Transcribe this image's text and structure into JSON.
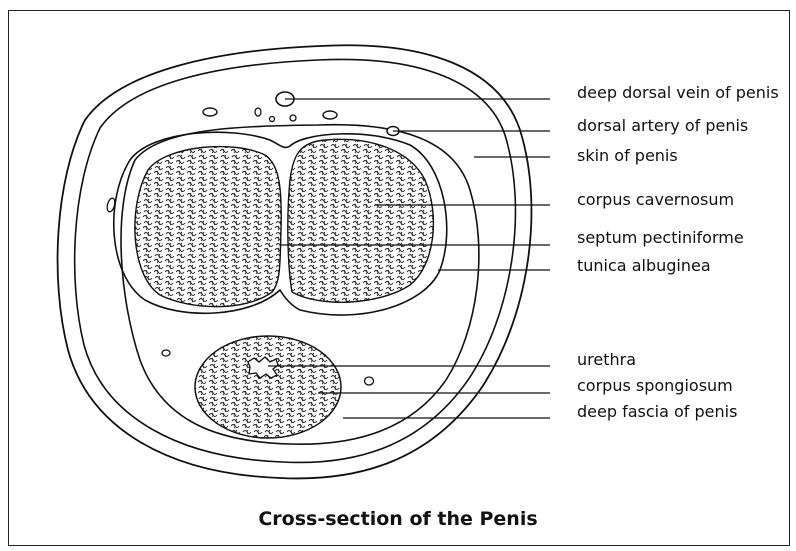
{
  "figure": {
    "caption": "Cross-section of the Penis",
    "labels": [
      "deep dorsal vein of penis",
      "dorsal artery of penis",
      "skin of penis",
      "corpus cavernosum",
      "septum pectiniforme",
      "tunica albuginea",
      "urethra",
      "corpus spongiosum",
      "deep fascia of penis"
    ]
  }
}
